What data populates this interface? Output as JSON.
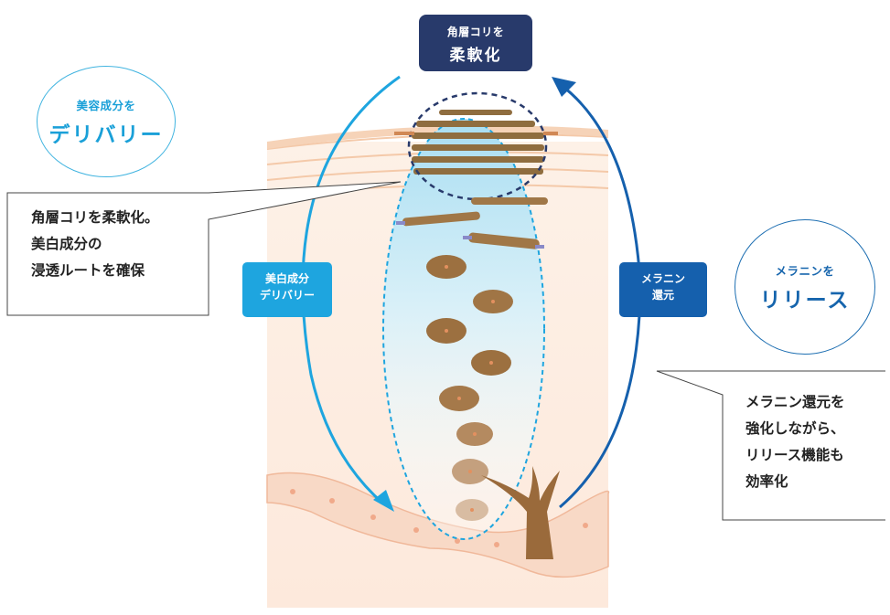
{
  "top_box": {
    "line1": "角層コリを",
    "line2": "柔軟化"
  },
  "left_circle": {
    "line1": "美容成分を",
    "line2": "デリバリー"
  },
  "right_circle": {
    "line1": "メラニンを",
    "line2": "リリース"
  },
  "left_badge": {
    "line1": "美白成分",
    "line2": "デリバリー"
  },
  "right_badge": {
    "line1": "メラニン",
    "line2": "還元"
  },
  "left_callout": {
    "lines": [
      "角層コリを柔軟化。",
      "美白成分の",
      "浸透ルートを確保"
    ]
  },
  "right_callout": {
    "lines": [
      "メラニン還元を",
      "強化しながら、",
      "リリース機能も",
      "効率化"
    ]
  },
  "colors": {
    "navy": "#283a6b",
    "light_blue": "#1ea5df",
    "dark_blue": "#1560ad",
    "skin": "#fbe6d8",
    "melanin": "#9a6a3b"
  }
}
